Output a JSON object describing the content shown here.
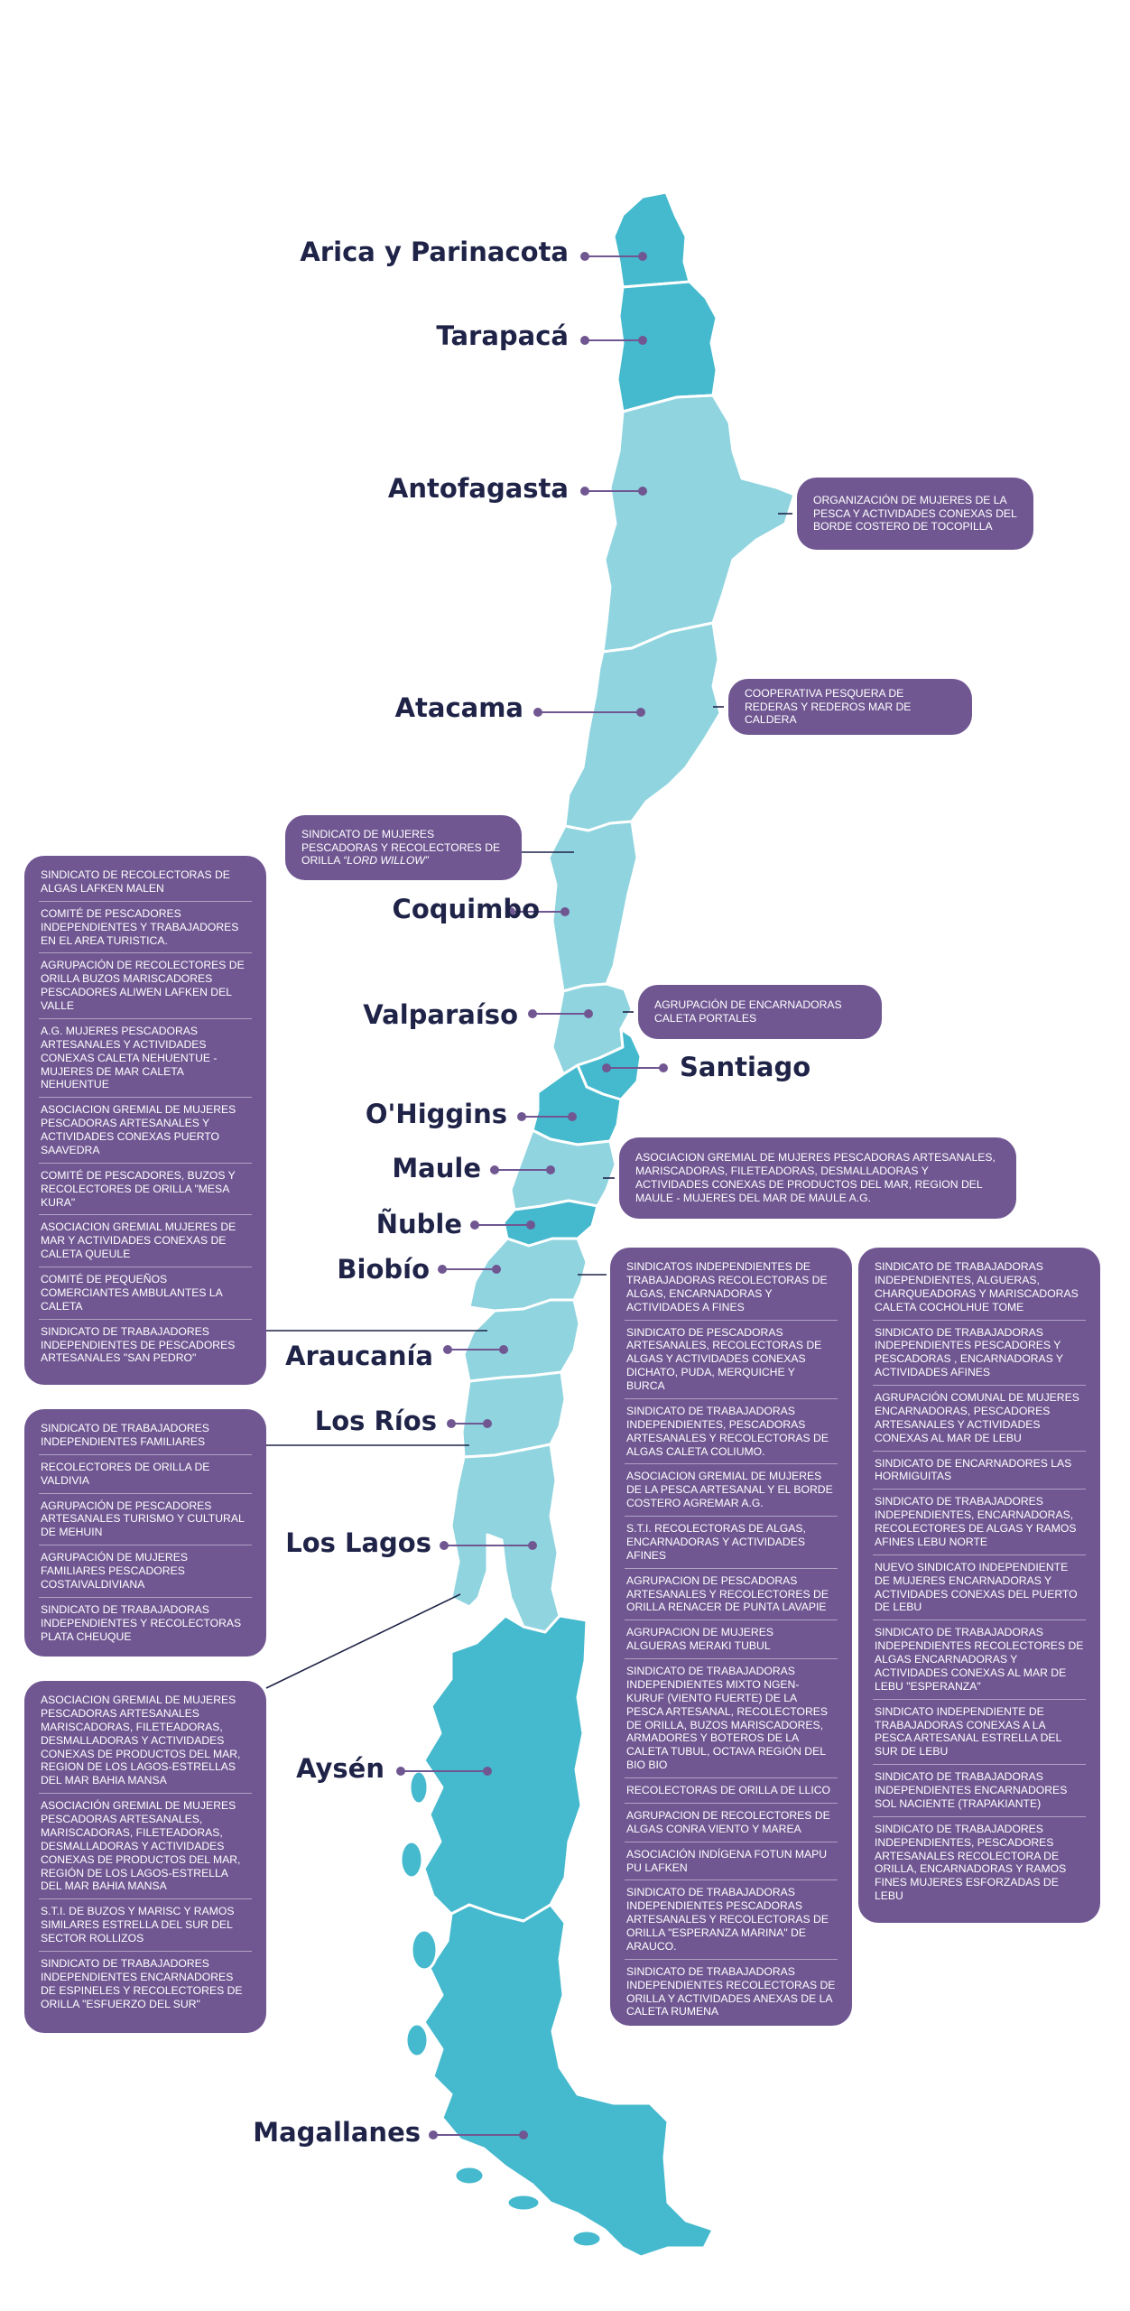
{
  "colors": {
    "region_dark": "#45b9cd",
    "region_light": "#90d4df",
    "label_text": "#1f2347",
    "box_bg": "#705792",
    "marker": "#705792"
  },
  "regions": [
    {
      "name": "Arica y Parinacota",
      "shade": "dark"
    },
    {
      "name": "Tarapacá",
      "shade": "dark"
    },
    {
      "name": "Antofagasta",
      "shade": "light"
    },
    {
      "name": "Atacama",
      "shade": "light"
    },
    {
      "name": "Coquimbo",
      "shade": "light"
    },
    {
      "name": "Valparaíso",
      "shade": "light"
    },
    {
      "name": "Santiago",
      "shade": "dark"
    },
    {
      "name": "O'Higgins",
      "shade": "dark"
    },
    {
      "name": "Maule",
      "shade": "light"
    },
    {
      "name": "Ñuble",
      "shade": "dark"
    },
    {
      "name": "Biobío",
      "shade": "light"
    },
    {
      "name": "Araucanía",
      "shade": "light"
    },
    {
      "name": "Los Ríos",
      "shade": "light"
    },
    {
      "name": "Los Lagos",
      "shade": "light"
    },
    {
      "name": "Aysén",
      "shade": "dark"
    },
    {
      "name": "Magallanes",
      "shade": "dark"
    }
  ],
  "boxes": {
    "antofagasta": "ORGANIZACIÓN DE MUJERES DE LA PESCA Y ACTIVIDADES CONEXAS DEL BORDE COSTERO DE TOCOPILLA",
    "atacama": "COOPERATIVA PESQUERA DE REDERAS Y REDEROS MAR DE CALDERA",
    "coquimbo_single": {
      "main": "SINDICATO DE MUJERES PESCADORAS Y RECOLECTORES DE ORILLA",
      "italic": "“LORD WILLOW”"
    },
    "valparaiso": "AGRUPACIÓN DE ENCARNADORAS CALETA PORTALES",
    "maule": "ASOCIACION GREMIAL DE MUJERES PESCADORAS ARTESANALES, MARISCADORAS, FILETEADORAS, DESMALLADORAS Y ACTIVIDADES CONEXAS DE PRODUCTOS DEL MAR, REGION DEL MAULE - MUJERES DEL MAR DE MAULE A.G.",
    "coquimbo_list": [
      "SINDICATO DE RECOLECTORAS DE ALGAS LAFKEN MALEN",
      "COMITÉ DE PESCADORES INDEPENDIENTES Y TRABAJADORES EN EL AREA TURISTICA.",
      "AGRUPACIÓN DE RECOLECTORES DE ORILLA BUZOS MARISCADORES PESCADORES ALIWEN LAFKEN DEL VALLE",
      "A.G. MUJERES PESCADORAS ARTESANALES Y ACTIVIDADES CONEXAS CALETA NEHUENTUE - MUJERES DE MAR CALETA NEHUENTUE",
      "ASOCIACION GREMIAL DE MUJERES PESCADORAS ARTESANALES Y ACTIVIDADES CONEXAS PUERTO SAAVEDRA",
      "COMITÉ DE PESCADORES, BUZOS Y RECOLECTORES DE ORILLA \"MESA KURA\"",
      "ASOCIACION GREMIAL MUJERES DE MAR Y ACTIVIDADES CONEXAS DE CALETA QUEULE",
      "COMITÉ DE PEQUEÑOS COMERCIANTES AMBULANTES LA CALETA",
      "SINDICATO DE TRABAJADORES INDEPENDIENTES DE PESCADORES ARTESANALES \"SAN PEDRO\""
    ],
    "losrios_list": [
      "SINDICATO DE  TRABAJADORES INDEPENDIENTES FAMILIARES",
      "RECOLECTORES DE ORILLA DE VALDIVIA",
      "AGRUPACIÓN DE PESCADORES ARTESANALES TURISMO Y CULTURAL DE MEHUIN",
      "AGRUPACIÓN DE MUJERES FAMILIARES PESCADORES COSTAIVALDIVIANA",
      "SINDICATO DE TRABAJADORAS INDEPENDIENTES Y RECOLECTORAS PLATA CHEUQUE"
    ],
    "loslagos_list": [
      "ASOCIACION GREMIAL DE MUJERES PESCADORAS ARTESANALES MARISCADORAS, FILETEADORAS, DESMALLADORAS Y ACTIVIDADES CONEXAS DE PRODUCTOS DEL MAR, REGION DE LOS LAGOS-ESTRELLAS DEL MAR BAHIA MANSA",
      "ASOCIACIÓN GREMIAL DE MUJERES PESCADORAS ARTESANALES, MARISCADORAS, FILETEADORAS, DESMALLADORAS Y ACTIVIDADES CONEXAS DE PRODUCTOS DEL MAR, REGIÓN DE LOS LAGOS-ESTRELLA DEL MAR BAHIA MANSA",
      "S.T.I. DE BUZOS Y MARISC Y RAMOS SIMILARES ESTRELLA DEL SUR DEL SECTOR ROLLIZOS",
      "SINDICATO DE TRABAJADORES INDEPENDIENTES ENCARNADORES DE ESPINELES Y RECOLECTORES DE ORILLA \"ESFUERZO DEL SUR\""
    ],
    "biobio_list_1": [
      "SINDICATOS INDEPENDIENTES DE TRABAJADORAS RECOLECTORAS DE ALGAS, ENCARNADORAS Y ACTIVIDADES A FINES",
      "SINDICATO DE PESCADORAS ARTESANALES, RECOLECTORAS DE ALGAS Y ACTIVIDADES CONEXAS DICHATO, PUDA, MERQUICHE Y BURCA",
      "SINDICATO DE TRABAJADORAS INDEPENDIENTES, PESCADORAS ARTESANALES Y RECOLECTORAS DE ALGAS CALETA COLIUMO.",
      "ASOCIACION GREMIAL DE MUJERES DE LA PESCA ARTESANAL Y EL BORDE COSTERO AGREMAR A.G.",
      "S.T.I. RECOLECTORAS DE ALGAS, ENCARNADORAS Y ACTIVIDADES AFINES",
      "AGRUPACION DE PESCADORAS ARTESANALES Y RECOLECTORES DE ORILLA RENACER DE PUNTA LAVAPIE",
      "AGRUPACION DE MUJERES ALGUERAS MERAKI TUBUL",
      "SINDICATO DE TRABAJADORAS INDEPENDIENTES MIXTO NGEN-KURUF (VIENTO FUERTE) DE LA PESCA ARTESANAL, RECOLECTORES DE ORILLA, BUZOS MARISCADORES, ARMADORES Y BOTEROS DE LA CALETA TUBUL, OCTAVA REGIÓN DEL BIO BIO",
      "RECOLECTORAS DE ORILLA DE LLICO",
      "AGRUPACION DE RECOLECTORES DE ALGAS CONRA VIENTO Y MAREA",
      "ASOCIACIÓN INDÍGENA FOTUN MAPU PU LAFKEN",
      "SINDICATO DE TRABAJADORAS INDEPENDIENTES PESCADORAS ARTESANALES Y RECOLECTORAS DE ORILLA \"ESPERANZA MARINA\" DE ARAUCO.",
      "SINDICATO DE TRABAJADORAS INDEPENDIENTES RECOLECTORAS DE ORILLA Y ACTIVIDADES ANEXAS DE LA CALETA RUMENA"
    ],
    "biobio_list_2": [
      "SINDICATO DE TRABAJADORAS INDEPENDIENTES, ALGUERAS, CHARQUEADORAS Y MARISCADORAS CALETA COCHOLHUE TOME",
      "SINDICATO DE TRABAJADORAS INDEPENDIENTES PESCADORES  Y PESCADORAS , ENCARNADORAS Y ACTIVIDADES AFINES",
      "AGRUPACIÓN COMUNAL DE MUJERES ENCARNADORAS, PESCADORES ARTESANALES Y ACTIVIDADES CONEXAS AL MAR DE LEBU",
      "SINDICATO DE ENCARNADORES LAS HORMIGUITAS",
      "SINDICATO DE TRABAJADORES INDEPENDIENTES, ENCARNADORAS, RECOLECTORES DE ALGAS Y RAMOS AFINES LEBU NORTE",
      "NUEVO SINDICATO INDEPENDIENTE DE MUJERES ENCARNADORAS Y ACTIVIDADES CONEXAS DEL PUERTO DE LEBU",
      "SINDICATO DE TRABAJADORAS INDEPENDIENTES RECOLECTORES DE ALGAS ENCARNADORAS Y ACTIVIDADES CONEXAS AL MAR DE LEBU \"ESPERANZA\"",
      "SINDICATO INDEPENDIENTE DE TRABAJADORAS CONEXAS A LA PESCA ARTESANAL ESTRELLA DEL SUR DE LEBU",
      "SINDICATO DE TRABAJADORAS INDEPENDIENTES ENCARNADORES SOL NACIENTE (TRAPAKIANTE)",
      "SINDICATO DE TRABAJADORES INDEPENDIENTES, PESCADORES ARTESANALES RECOLECTORA DE ORILLA, ENCARNADORAS Y RAMOS FINES MUJERES ESFORZADAS DE LEBU"
    ]
  }
}
